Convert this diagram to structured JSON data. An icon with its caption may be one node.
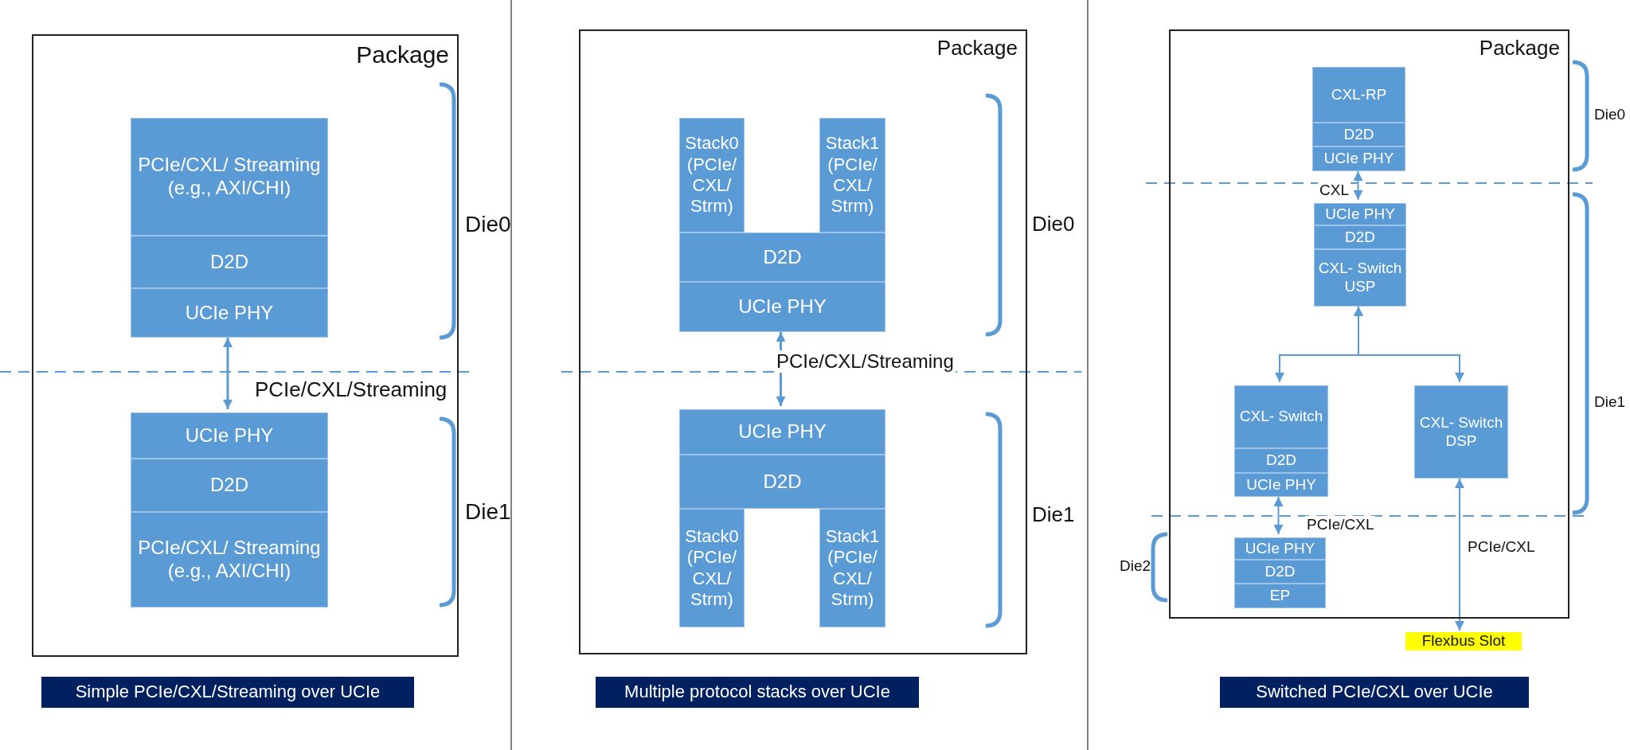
{
  "diagram": {
    "nodes": [
      {
        "text": [
          "Package"
        ]
      },
      {
        "text": [
          "PCIe/CXL/ Streaming (e.g., AXI/CHI)"
        ],
        "in": 0
      },
      {
        "text": [
          "D2D"
        ],
        "in": 0
      },
      {
        "text": [
          "UCIe PHY"
        ],
        "in": 0
      },
      {
        "text": [
          "UCIe PHY"
        ],
        "in": 0
      },
      {
        "text": [
          "D2D"
        ],
        "in": 0
      },
      {
        "text": [
          "PCIe/CXL/ Streaming (e.g., AXI/CHI)"
        ],
        "in": 0
      },
      {
        "text": [
          "Simple PCIe/CXL/Streaming over UCIe"
        ]
      },
      {
        "text": [
          "Package"
        ]
      },
      {
        "text": [
          "Stack0 (PCIe/ CXL/ Strm)"
        ],
        "in": 8
      },
      {
        "text": [
          "Stack1 (PCIe/ CXL/ Strm)"
        ],
        "in": 8
      },
      {
        "text": [
          "D2D"
        ],
        "in": 8
      },
      {
        "text": [
          "UCIe PHY"
        ],
        "in": 8
      },
      {
        "text": [
          "UCIe PHY"
        ],
        "in": 8
      },
      {
        "text": [
          "D2D"
        ],
        "in": 8
      },
      {
        "text": [
          "Stack0 (PCIe/ CXL/ Strm)"
        ],
        "in": 8
      },
      {
        "text": [
          "Stack1 (PCIe/ CXL/ Strm)"
        ],
        "in": 8
      },
      {
        "text": [
          "Multiple protocol stacks over UCIe"
        ]
      },
      {
        "text": [
          "Package"
        ]
      },
      {
        "text": [
          "CXL-RP"
        ],
        "in": 18
      },
      {
        "text": [
          "D2D"
        ],
        "in": 18
      },
      {
        "text": [
          "UCIe PHY"
        ],
        "in": 18
      },
      {
        "text": [
          "UCIe PHY"
        ],
        "in": 18
      },
      {
        "text": [
          "D2D"
        ],
        "in": 18
      },
      {
        "text": [
          "CXL- Switch USP"
        ],
        "in": 18
      },
      {
        "text": [
          "CXL- Switch"
        ],
        "in": 18
      },
      {
        "text": [
          "D2D"
        ],
        "in": 18
      },
      {
        "text": [
          "UCIe PHY"
        ],
        "in": 18
      },
      {
        "text": [
          "CXL- Switch DSP"
        ],
        "in": 18
      },
      {
        "text": [
          "UCIe PHY"
        ],
        "in": 18
      },
      {
        "text": [
          "D2D"
        ],
        "in": 18
      },
      {
        "text": [
          "EP"
        ],
        "in": 18
      },
      {
        "text": [
          "Flexbus Slot"
        ]
      },
      {
        "text": [
          "Switched PCIe/CXL over UCIe"
        ]
      }
    ],
    "edges": [
      {
        "from": 3,
        "to": 4,
        "arrow": "both",
        "label": "PCIe/CXL/Streaming"
      },
      {
        "from": 12,
        "to": 13,
        "arrow": "both",
        "label": "PCIe/CXL/Streaming"
      },
      {
        "from": 21,
        "to": 22,
        "arrow": "both",
        "label": "CXL"
      },
      {
        "from": 24,
        "to": 25,
        "arrow": "both"
      },
      {
        "from": 24,
        "to": 28,
        "arrow": "both"
      },
      {
        "from": 27,
        "to": 29,
        "arrow": "both",
        "label": "PCIe/CXL"
      },
      {
        "from": 28,
        "to": 32,
        "arrow": "both",
        "label": "PCIe/CXL"
      }
    ],
    "labels": [
      "Die0",
      "Die1",
      "Die0",
      "Die1",
      "Die0",
      "Die1",
      "Die2"
    ]
  }
}
